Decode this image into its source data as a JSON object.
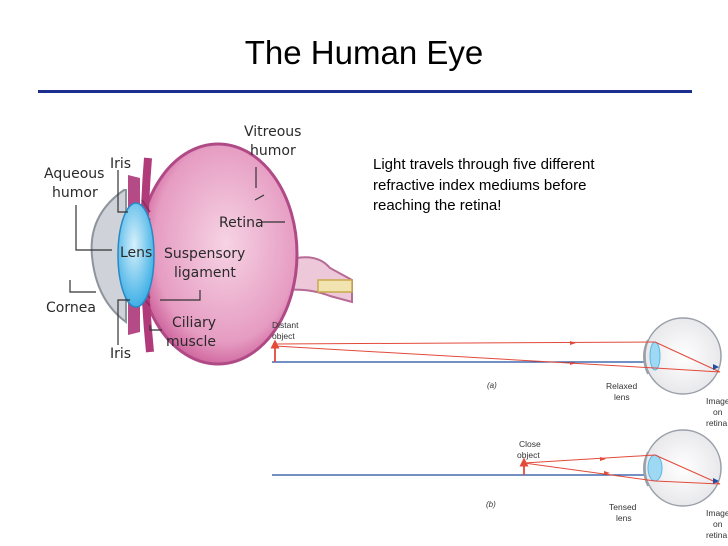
{
  "title": "The Human Eye",
  "note": "Light travels through five different refractive index mediums before reaching the retina!",
  "anatomy_labels": {
    "vitreous": "Vitreous humor",
    "iris_top": "Iris",
    "aqueous": "Aqueous humor",
    "retina": "Retina",
    "lens": "Lens",
    "suspensory": "Suspensory ligament",
    "cornea": "Cornea",
    "ciliary": "Ciliary muscle",
    "iris_bottom": "Iris"
  },
  "focus_a": {
    "object_label": "Distant object",
    "panel_tag": "(a)",
    "lens_label": "Relaxed lens",
    "image_label": "Image on retina"
  },
  "focus_b": {
    "object_label": "Close object",
    "panel_tag": "(b)",
    "lens_label": "Tensed lens",
    "image_label": "Image on retina"
  },
  "colors": {
    "title_rule": "#1c2f8f",
    "eyeball_fill": "#de8cb4",
    "eyeball_inner": "#ecb7d1",
    "lens_fill": "#6ec6ee",
    "cornea_fill": "#cfd3d9",
    "ray_color": "#e24a3a",
    "axis_color": "#1f4ea0"
  }
}
